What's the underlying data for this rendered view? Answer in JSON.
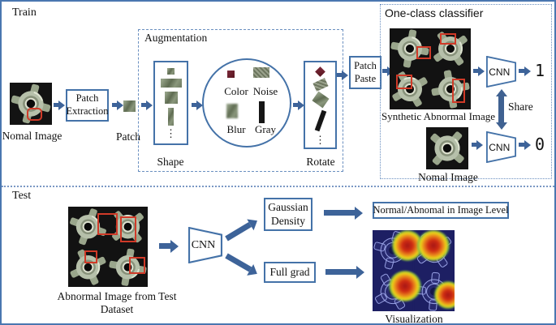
{
  "colors": {
    "accent_blue": "#4472a8",
    "arrow_blue": "#3d6399",
    "annotation_red": "#d03a28",
    "heatmap_background": "#1d1f63"
  },
  "train": {
    "label": "Train",
    "normal_image_caption": "Nomal Image",
    "patch_extraction_label": "Patch Extraction",
    "patch_caption": "Patch",
    "augmentation": {
      "label": "Augmentation",
      "shape_caption": "Shape",
      "options": [
        "Color",
        "Noise",
        "Blur",
        "Gray"
      ],
      "rotate_caption": "Rotate",
      "ellipsis": "⋮"
    },
    "patch_paste_label": "Patch Paste",
    "classifier": {
      "label": "One-class classifier",
      "synthetic_caption": "Synthetic Abnormal Image",
      "cnn_label": "CNN",
      "abnormal_output": "1",
      "normal_output": "0",
      "share_label": "Share",
      "normal_caption": "Nomal Image"
    }
  },
  "test": {
    "label": "Test",
    "abnormal_caption": "Abnormal Image from Test Dataset",
    "cnn_label": "CNN",
    "gaussian_density_label": "Gaussian Density",
    "full_grad_label": "Full grad",
    "image_level_result_label": "Normal/Abnomal in Image Level",
    "visualization_caption": "Visualization"
  }
}
